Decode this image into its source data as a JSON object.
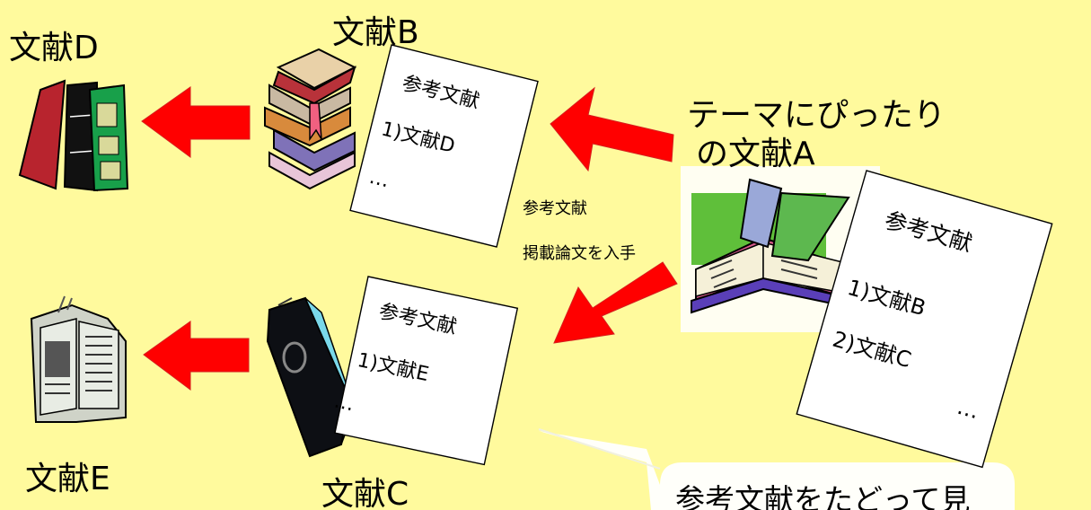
{
  "labels": {
    "doc_a": [
      "テーマにぴったり",
      "の文献A"
    ],
    "doc_b": "文献B",
    "doc_c": "文献C",
    "doc_d": "文献D",
    "doc_e": "文献E"
  },
  "notes": {
    "a": {
      "title": "参考文献",
      "items": [
        "1)文献B",
        "2)文献C",
        "…"
      ]
    },
    "b": {
      "title": "参考文献",
      "items": [
        "1)文献D",
        "…"
      ]
    },
    "c": {
      "title": "参考文献",
      "items": [
        "1)文献E",
        "…"
      ]
    }
  },
  "caption": [
    "参考文献",
    "掲載論文を入手"
  ],
  "callout": "参考文献をたどって見",
  "colors": {
    "background": "#fffa9d",
    "arrow": "#ff0000",
    "callout": "#ffffff"
  },
  "icons": [
    "open-book-icon",
    "book-stack-icon",
    "binder-icon",
    "books-icon",
    "newspaper-book-icon"
  ]
}
